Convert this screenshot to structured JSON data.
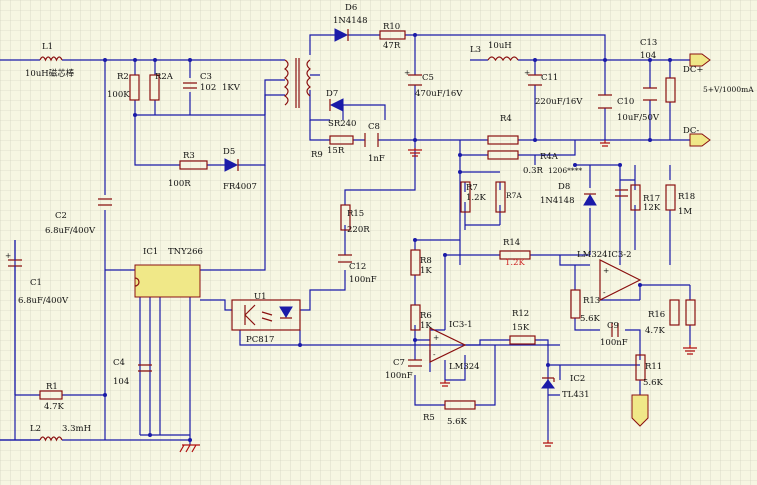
{
  "colors": {
    "background": "#f6f6e2",
    "grid": "#c9c9b8",
    "wire": "#1a1aa8",
    "component": "#8a1010",
    "connector": "#f0e888",
    "ground": "#b01010",
    "text": "#111111",
    "highlight_label": "#cc2222"
  },
  "icons": [
    "ground-icon",
    "diode-icon",
    "transformer-icon",
    "optocoupler-icon",
    "opamp-icon",
    "connector-icon"
  ],
  "labels": {
    "L1": "L1",
    "L1_val": "10uH磁芯棒",
    "R2": "R2",
    "R2_val": "100K",
    "R2A": "R2A",
    "C3": "C3",
    "C3_val": "102",
    "C3_v": "1KV",
    "D6": "D6",
    "D6_val": "1N4148",
    "R10": "R10",
    "R10_val": "47R",
    "L3": "L3",
    "L3_val": "10uH",
    "C13": "C13",
    "C13_val": "104",
    "DCP": "DC+",
    "DCM": "DC-",
    "OUT": "5+V/1000mA",
    "C5": "C5",
    "C5_val": "470uF/16V",
    "C11": "C11",
    "C11_val": "220uF/16V",
    "C10": "C10",
    "C10_val": "10uF/50V",
    "D7": "D7",
    "D7_val": "SR240",
    "C8": "C8",
    "C8_val": "1nF",
    "R9": "R9",
    "R9_val": "15R",
    "R3": "R3",
    "R3_val": "100R",
    "D5": "D5",
    "D5_val": "FR4007",
    "R4": "R4",
    "R4A": "R4A",
    "R4_val": "0.3R",
    "R4_pkg": "1206****",
    "C2": "C2",
    "C2_val": "6.8uF/400V",
    "C1": "C1",
    "C1_val": "6.8uF/400V",
    "IC1": "IC1",
    "IC1_val": "TNY266",
    "R15": "R15",
    "R15_val": "220R",
    "C12": "C12",
    "C12_val": "100nF",
    "R7": "R7",
    "R7_val": "1.2K",
    "R7A": "R7A",
    "D8": "D8",
    "D8_val": "1N4148",
    "R17": "R17",
    "R17_val": "12K",
    "R18": "R18",
    "R18_val": "1M",
    "R8": "R8",
    "R8_val": "1K",
    "R14": "R14",
    "R14_val": "1.2K",
    "IC32": "IC3-2",
    "IC32_val": "LM324",
    "U1": "U1",
    "U1_val": "PC817",
    "C4": "C4",
    "C4_val": "104",
    "R6": "R6",
    "R6_val": "1K",
    "IC31": "IC3-1",
    "IC31_val": "LM324",
    "R12": "R12",
    "R12_val": "15K",
    "R13": "R13",
    "R13_val": "5.6K",
    "C9": "C9",
    "C9_val": "100nF",
    "R16": "R16",
    "R16_val": "4.7K",
    "C7": "C7",
    "C7_val": "100nF",
    "R11": "R11",
    "R11_val": "5.6K",
    "IC2": "IC2",
    "IC2_val": "TL431",
    "R1": "R1",
    "R1_val": "4.7K",
    "L2": "L2",
    "L2_val": "3.3mH",
    "R5": "R5",
    "R5_val": "5.6K"
  }
}
